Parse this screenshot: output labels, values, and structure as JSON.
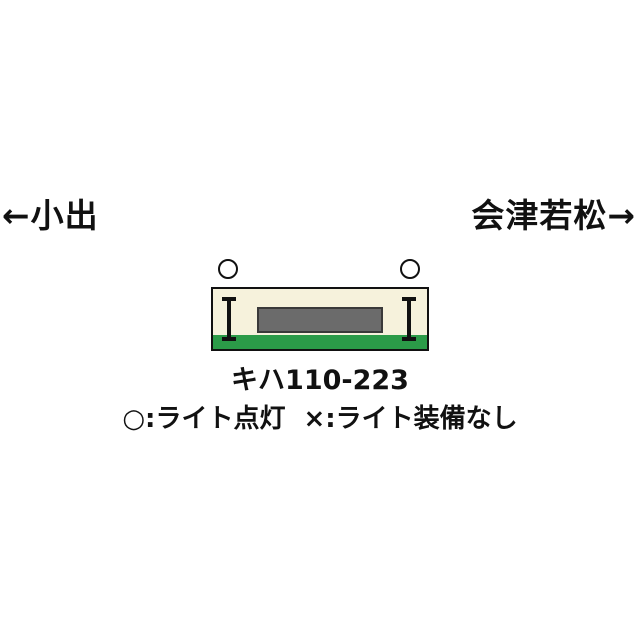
{
  "directions": {
    "left": "←小出",
    "right": "会津若松→"
  },
  "car": {
    "number": "キハ110-223",
    "colors": {
      "body": "#f6f2dc",
      "stripe": "#2b9b48",
      "window": "#6b6b6b",
      "outline": "#111111"
    },
    "lights": {
      "left": "light-on-circle",
      "right": "light-on-circle"
    },
    "doors": [
      "door-marker-icon",
      "door-marker-icon"
    ]
  },
  "legend": {
    "lit": "○:ライト点灯",
    "none": "×:ライト装備なし"
  }
}
